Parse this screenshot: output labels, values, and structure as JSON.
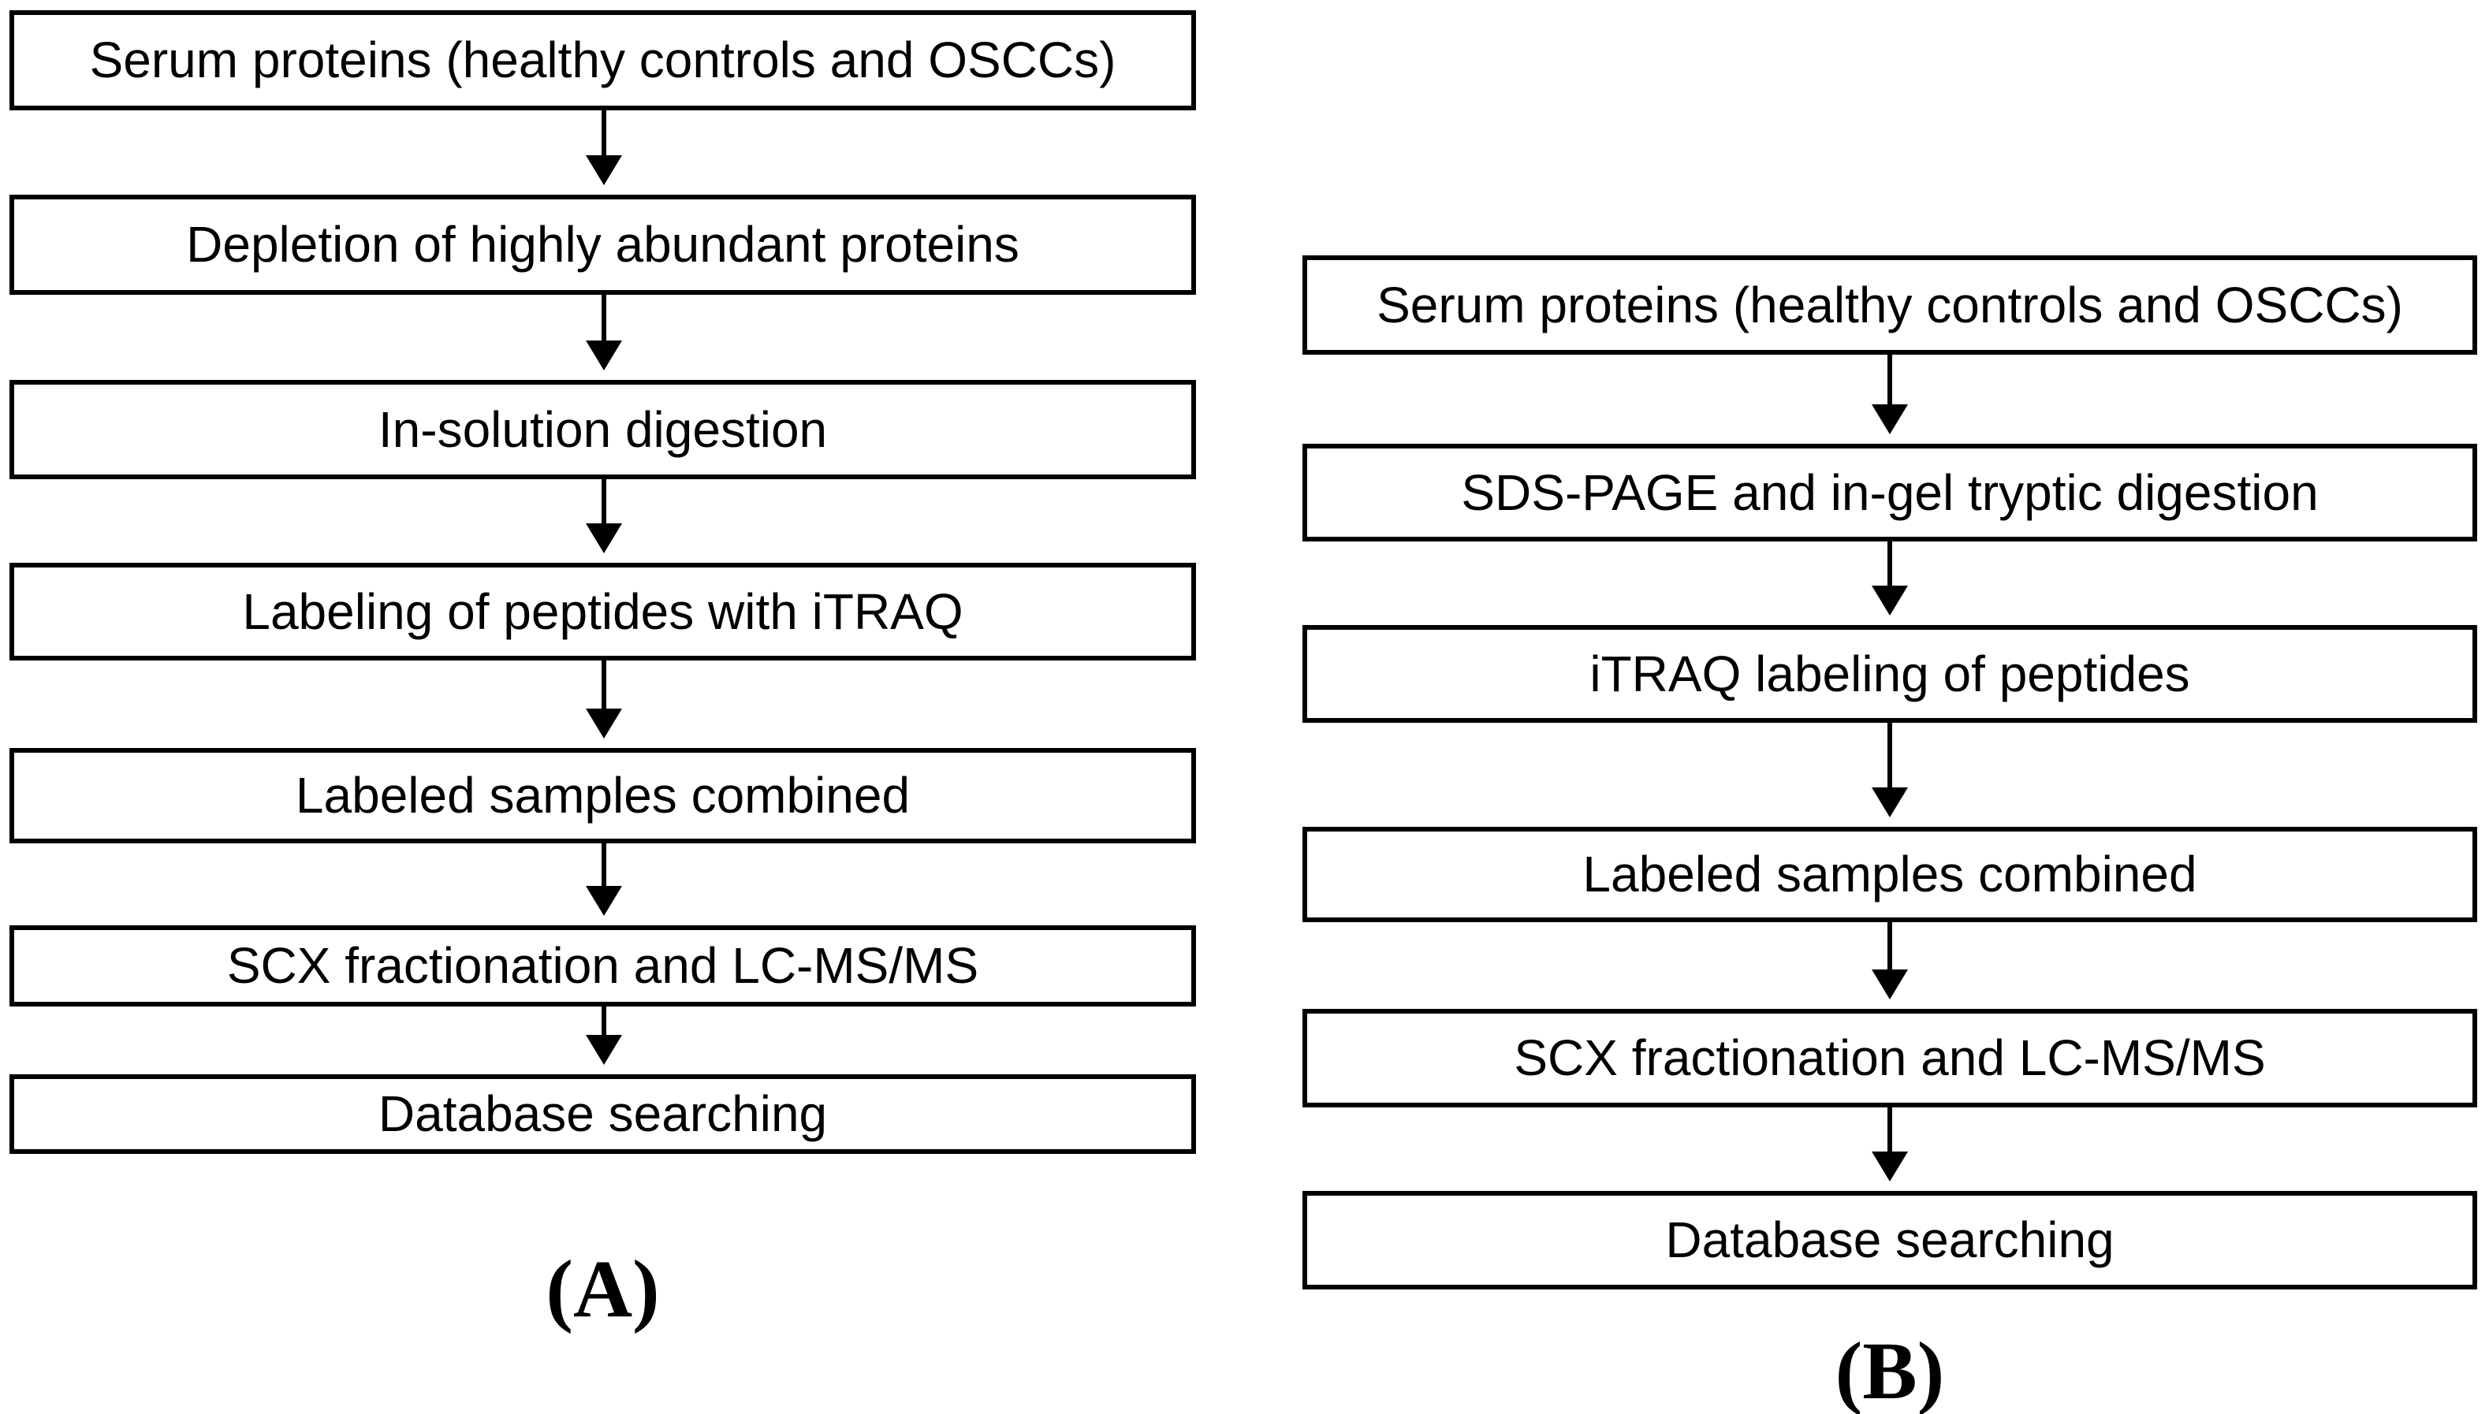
{
  "figure": {
    "background_color": "#ffffff",
    "line_color": "#000000",
    "text_color": "#000000",
    "panel_a": {
      "label": "(A)",
      "steps": [
        "Serum proteins (healthy controls and OSCCs)",
        "Depletion of highly abundant proteins",
        "In-solution digestion",
        "Labeling of peptides with iTRAQ",
        "Labeled samples combined",
        "SCX fractionation and LC-MS/MS",
        "Database searching"
      ]
    },
    "panel_b": {
      "label": "(B)",
      "steps": [
        "Serum proteins (healthy controls and OSCCs)",
        "SDS-PAGE and in-gel tryptic digestion",
        "iTRAQ labeling of peptides",
        "Labeled samples combined",
        "SCX fractionation and LC-MS/MS",
        "Database searching"
      ]
    }
  }
}
